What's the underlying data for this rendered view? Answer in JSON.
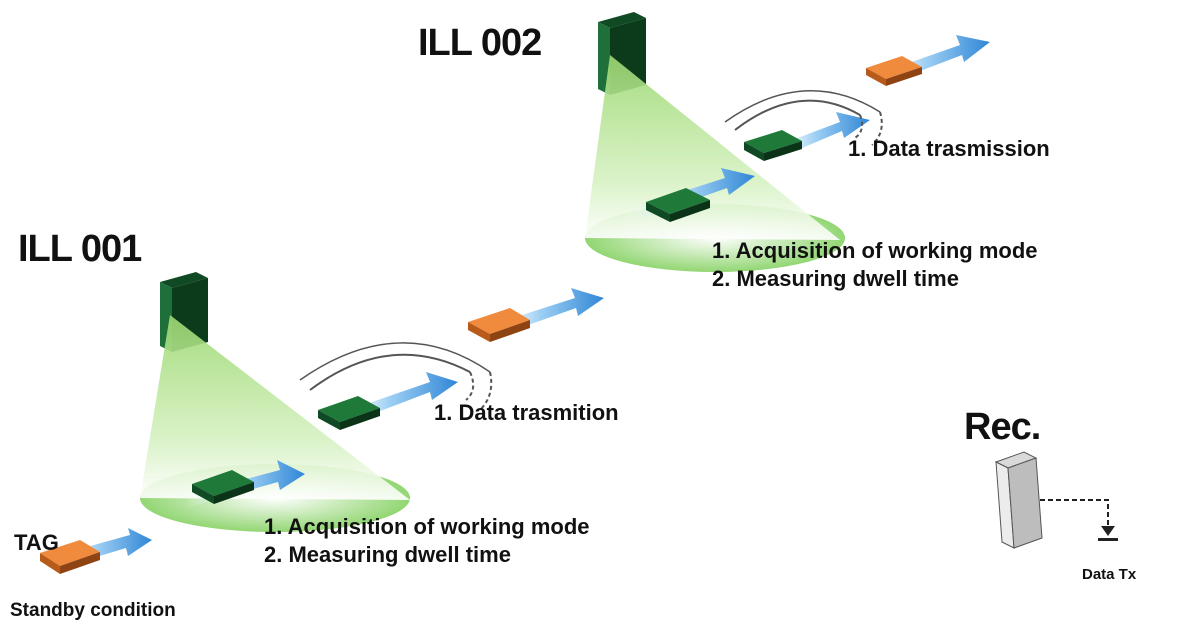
{
  "readers": {
    "ill001": {
      "name": "ILL 001"
    },
    "ill002": {
      "name": "ILL 002"
    }
  },
  "tag": {
    "label": "TAG",
    "state": "Standby condition"
  },
  "zone1": {
    "step1": "1. Acquisition of working mode",
    "step2": "2. Measuring dwell time",
    "transmit": "1.  Data trasmition"
  },
  "zone2": {
    "step1": "1. Acquisition of working mode",
    "step2": "2. Measuring dwell time",
    "transmit": "1.  Data trasmission"
  },
  "receiver": {
    "name": "Rec.",
    "output": "Data Tx"
  },
  "colors": {
    "reader_green": "#1f6f3a",
    "field_green": "#8fd36a",
    "tag_active": "#1f7a3a",
    "tag_standby": "#e57a2e",
    "arrow_blue": "#4ea3e8"
  }
}
